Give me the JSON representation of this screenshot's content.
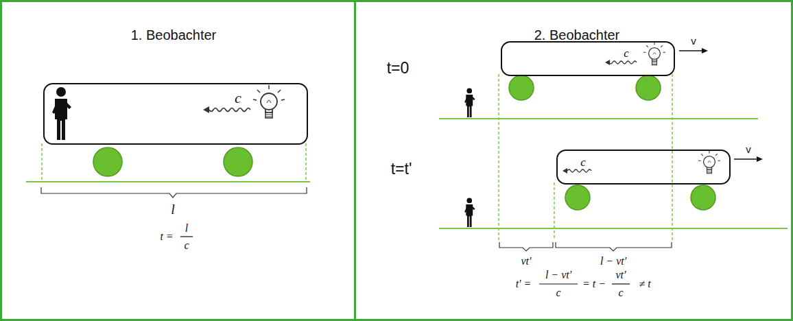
{
  "diagram": {
    "nodes": [
      {
        "text": [
          "1. Beobachter"
        ]
      },
      {
        "text": [
          "c"
        ],
        "in": 0
      },
      {
        "text": [
          "2. Beobachter"
        ]
      },
      {
        "text": [
          "c"
        ],
        "in": 2
      },
      {
        "text": [
          "c"
        ],
        "in": 2
      }
    ],
    "labels": [
      "l",
      "t =",
      "l",
      "c",
      "t=0",
      "v",
      "t=t'",
      "v",
      "vt'",
      "l − vt'",
      "t' =",
      "l − vt'",
      "c",
      "= t −",
      "vt'",
      "c",
      "≠ t"
    ]
  }
}
